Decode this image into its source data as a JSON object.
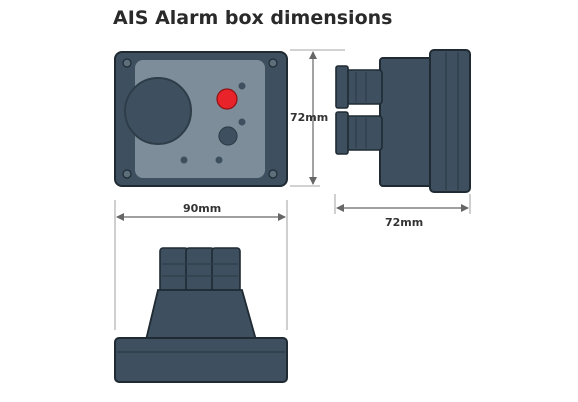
{
  "title": "AIS Alarm box dimensions",
  "dimensions": {
    "height": "72mm",
    "depth": "72mm",
    "width": "90mm"
  },
  "colors": {
    "body": "#3e505f",
    "body_dark": "#2f3d49",
    "panel": "#7d8d99",
    "led_red": "#e8242a",
    "outline": "#1f2a33",
    "dim_line": "#666666"
  }
}
